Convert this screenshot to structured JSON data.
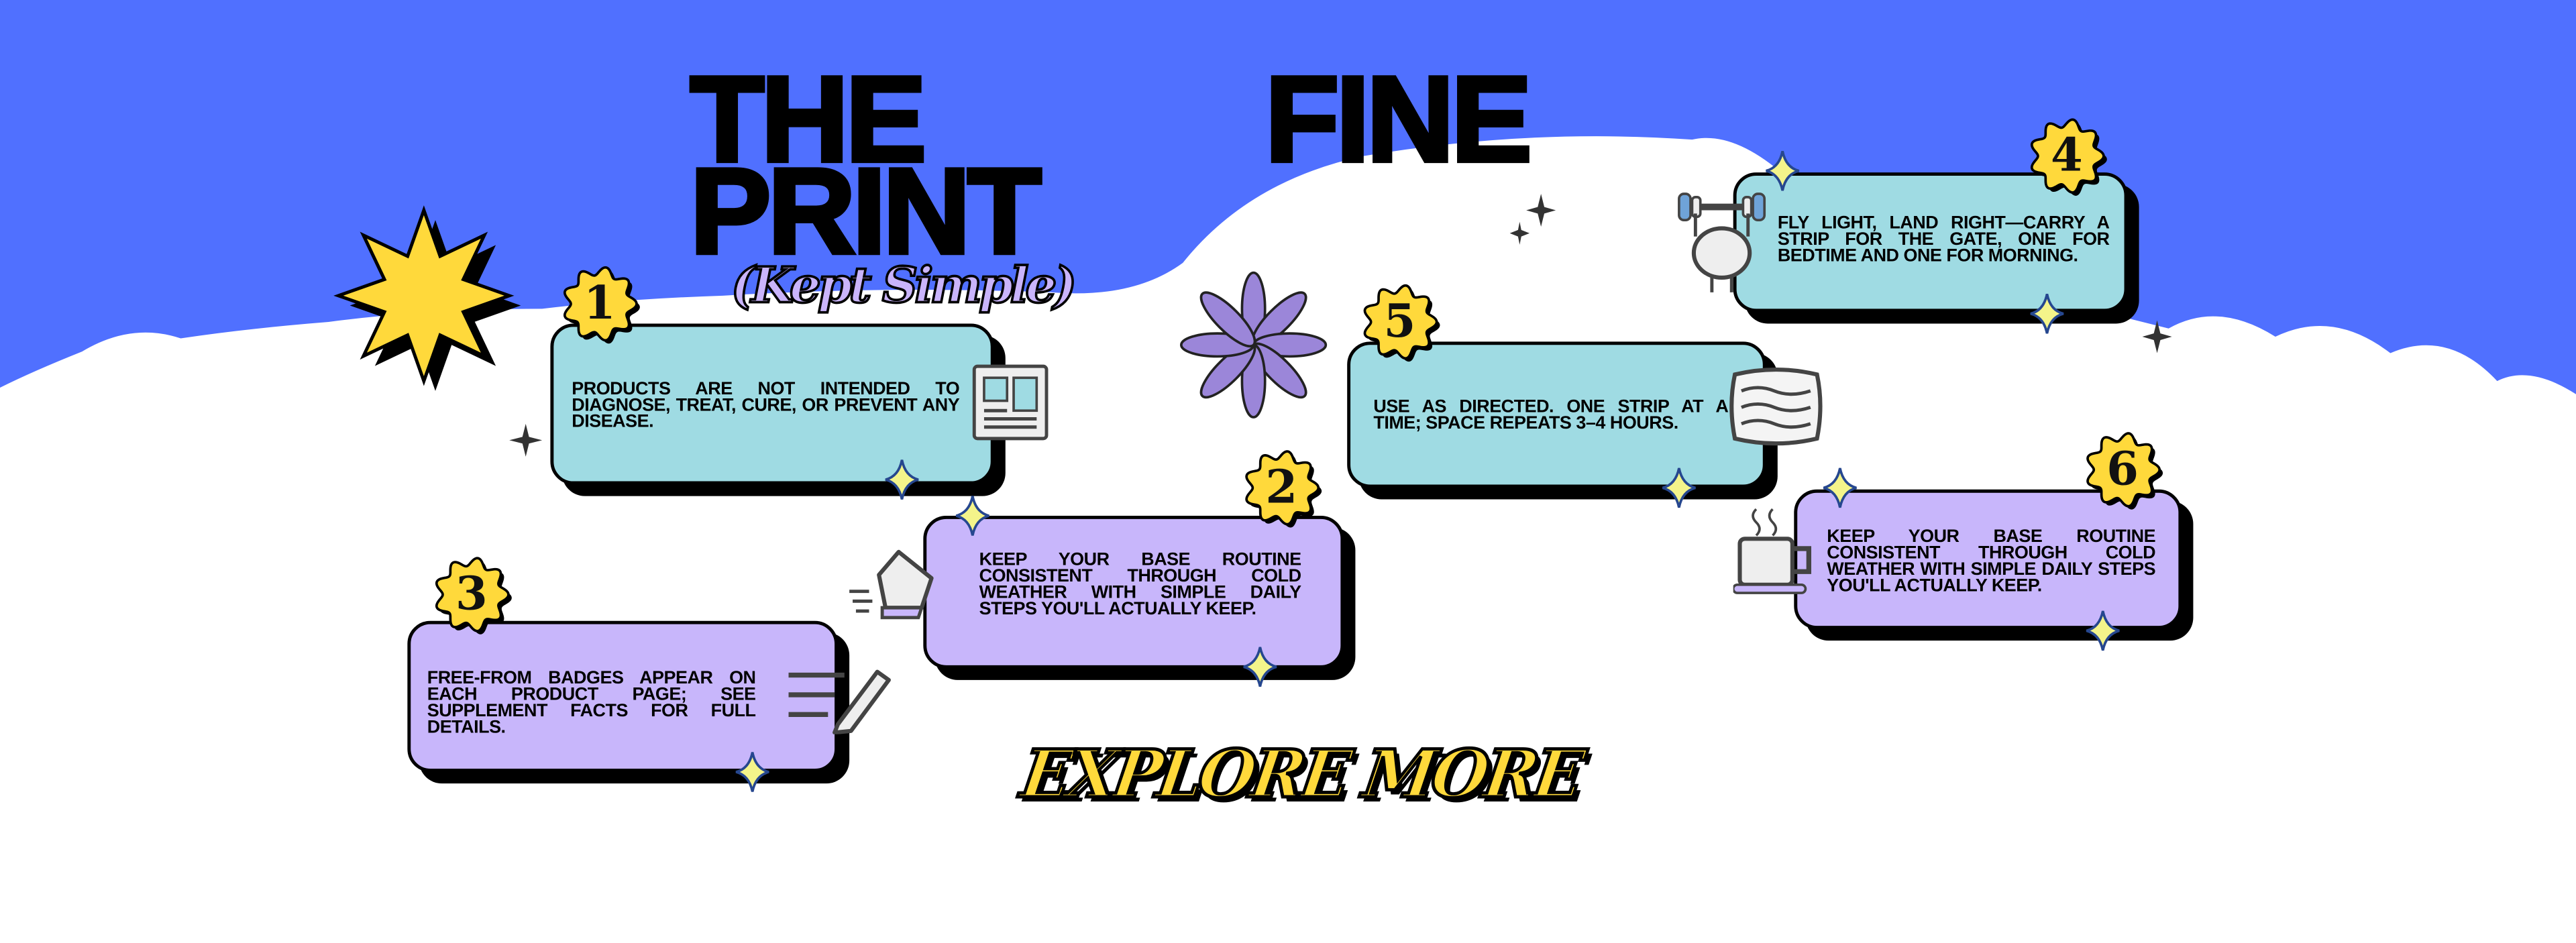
{
  "title": {
    "line1_left": "THE",
    "line1_right": "FINE",
    "line2": "PRINT",
    "subtitle": "(Kept Simple)"
  },
  "cards": [
    {
      "number": "1",
      "text": "Products are not intended to diagnose, treat, cure, or prevent any disease.",
      "icon": "newspaper-icon"
    },
    {
      "number": "2",
      "text": "Keep your base routine consistent through cold weather with simple daily steps you'll actually keep.",
      "icon": "shoe-icon"
    },
    {
      "number": "3",
      "text": "Free-from badges appear on each product page; see supplement facts for full details.",
      "icon": "checklist-pencil-icon"
    },
    {
      "number": "4",
      "text": "Fly light, land right—carry a strip for the gate, one for bedtime and one for morning.",
      "icon": "brain-barbell-icon"
    },
    {
      "number": "5",
      "text": "Use as directed. One strip at a time; space repeats 3–4 hours.",
      "icon": "pillow-icon"
    },
    {
      "number": "6",
      "text": "Keep your base routine consistent through cold weather with simple daily steps you'll actually keep.",
      "icon": "mug-icon"
    }
  ],
  "cta": {
    "label": "EXPLORE MORE"
  },
  "colors": {
    "blue": "#5070ff",
    "teal": "#9fdbe3",
    "lavender": "#c8b6fb",
    "yellow": "#ffd93b",
    "black": "#000000"
  }
}
